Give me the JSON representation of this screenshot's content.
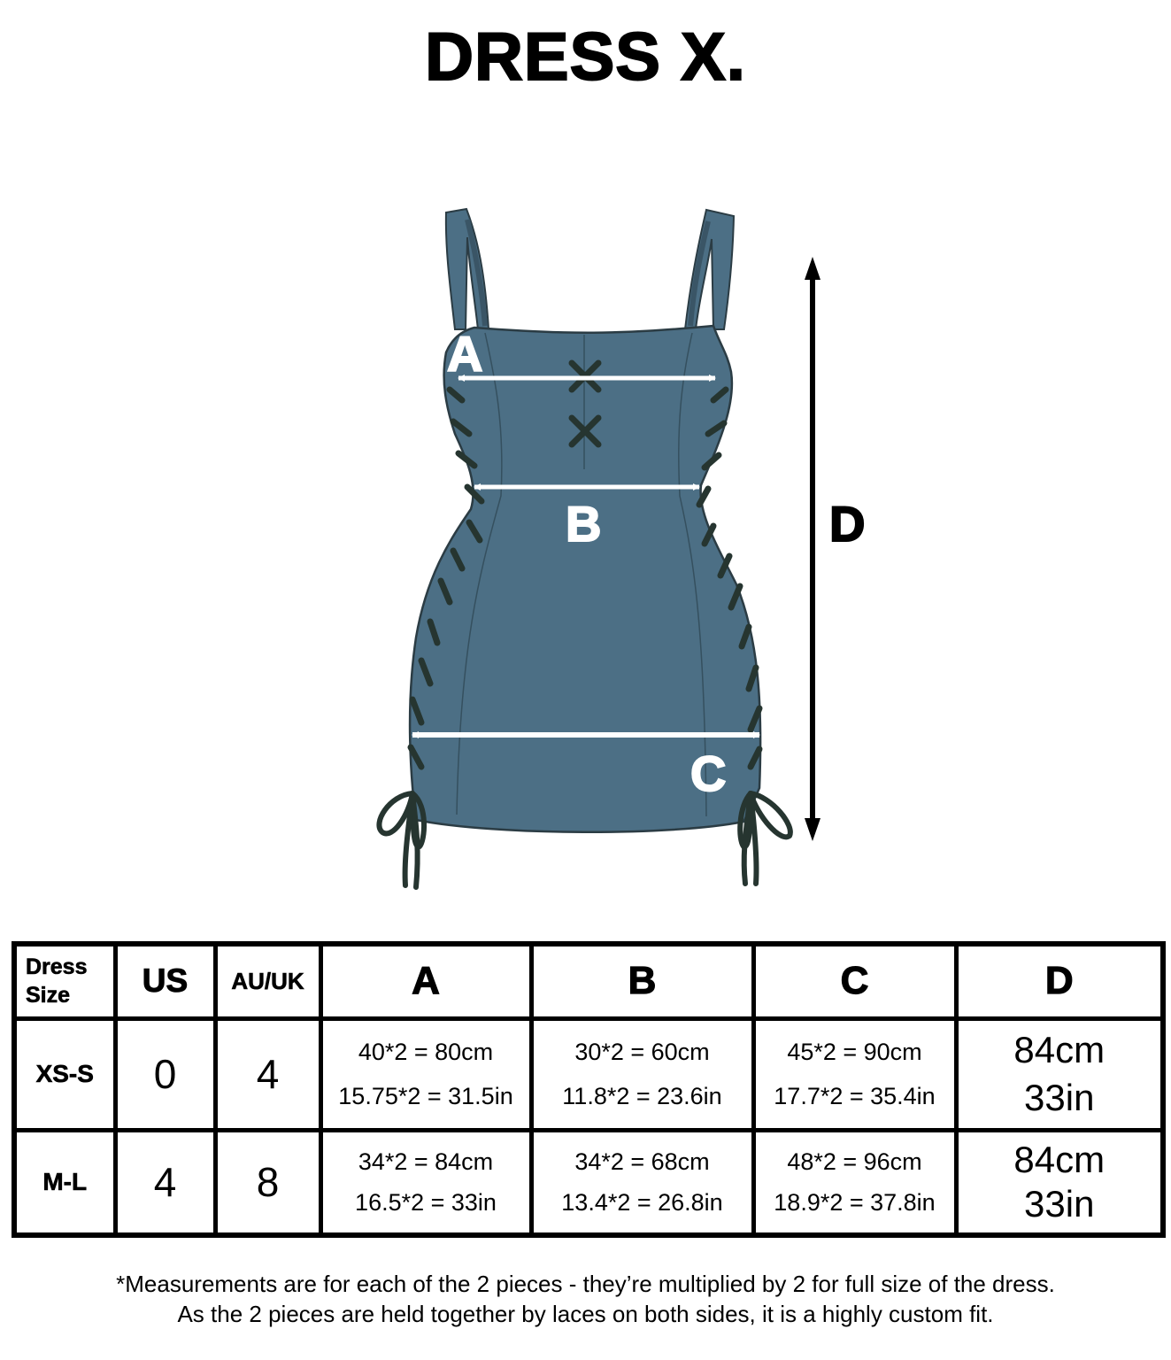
{
  "title": "DRESS X.",
  "figure": {
    "garment": "lace-up side-tie mini dress (front view)",
    "dress_color": "#4c6f85",
    "lace_color": "#263530",
    "arrow_color_on_dress": "#ffffff",
    "arrow_color_length": "#000000",
    "labels": {
      "A": "A",
      "B": "B",
      "C": "C",
      "D": "D"
    }
  },
  "size_table": {
    "headers": {
      "dress_size_line1": "Dress",
      "dress_size_line2": "Size",
      "us": "US",
      "au_uk": "AU/UK",
      "a": "A",
      "b": "B",
      "c": "C",
      "d": "D"
    },
    "rows": [
      {
        "size": "XS-S",
        "us": "0",
        "au_uk": "4",
        "a_cm": "40*2 = 80cm",
        "a_in": "15.75*2 = 31.5in",
        "b_cm": "30*2 = 60cm",
        "b_in": "11.8*2 = 23.6in",
        "c_cm": "45*2 = 90cm",
        "c_in": "17.7*2 = 35.4in",
        "d_cm": "84cm",
        "d_in": "33in"
      },
      {
        "size": "M-L",
        "us": "4",
        "au_uk": "8",
        "a_cm": "34*2 = 84cm",
        "a_in": "16.5*2 = 33in",
        "b_cm": "34*2 = 68cm",
        "b_in": "13.4*2 = 26.8in",
        "c_cm": "48*2 = 96cm",
        "c_in": "18.9*2 = 37.8in",
        "d_cm": "84cm",
        "d_in": "33in"
      }
    ]
  },
  "footnote": {
    "line1": "*Measurements are for each of the 2 pieces - they’re multiplied by 2 for full size of the dress.",
    "line2": "As the 2 pieces are held together by laces on both sides, it is a highly custom fit."
  }
}
